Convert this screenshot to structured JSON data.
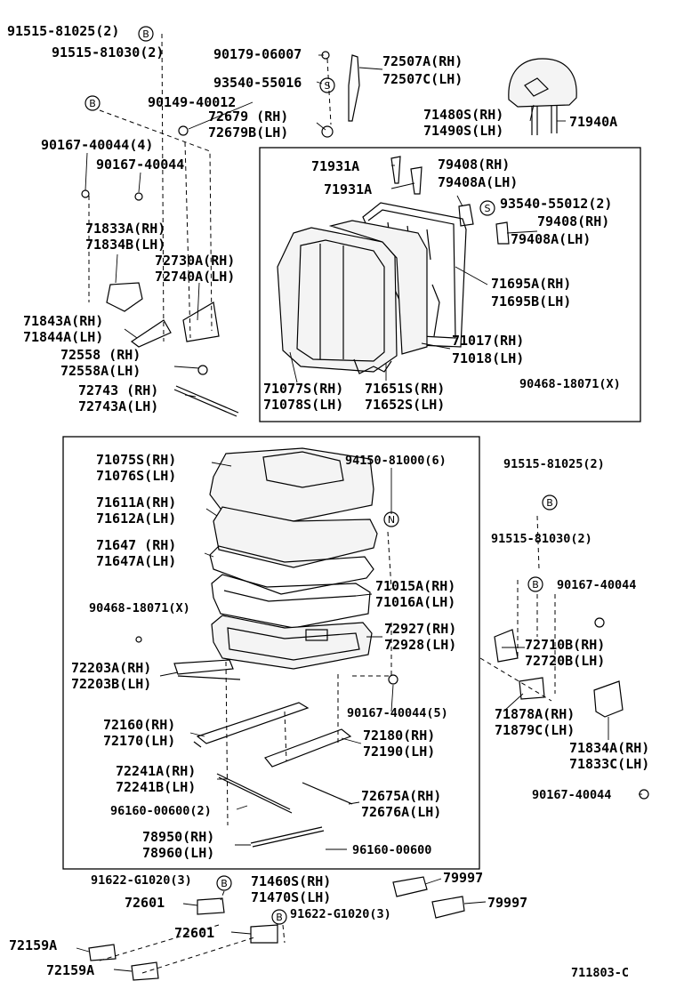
{
  "labels": {
    "l_91515_81025_top": "91515-81025(2)",
    "l_91515_81030_top": "91515-81030(2)",
    "l_90179": "90179-06007",
    "l_72507a": "72507A(RH)",
    "l_72507c": "72507C(LH)",
    "l_93540_55016": "93540-55016",
    "l_90149": "90149-40012",
    "l_72679": "72679 (RH)",
    "l_72679b": "72679B(LH)",
    "l_71480s": "71480S(RH)",
    "l_71490s": "71490S(LH)",
    "l_71940a": "71940A",
    "l_90167_4": "90167-40044(4)",
    "l_90167_a": "90167-40044",
    "l_71931a_1": "71931A",
    "l_71931a_2": "71931A",
    "l_79408_1": "79408(RH)",
    "l_79408a_1": "79408A(LH)",
    "l_93540_55012": "93540-55012(2)",
    "l_79408_2": "79408(RH)",
    "l_79408a_2": "79408A(LH)",
    "l_71833a": "71833A(RH)",
    "l_71834b": "71834B(LH)",
    "l_72730a": "72730A(RH)",
    "l_72740a": "72740A(LH)",
    "l_71695a": "71695A(RH)",
    "l_71695b": "71695B(LH)",
    "l_71843a": "71843A(RH)",
    "l_71844a": "71844A(LH)",
    "l_71017": "71017(RH)",
    "l_71018": "71018(LH)",
    "l_72558": "72558 (RH)",
    "l_72558a": "72558A(LH)",
    "l_72743": "72743 (RH)",
    "l_72743a": "72743A(LH)",
    "l_71077s": "71077S(RH)",
    "l_71078s": "71078S(LH)",
    "l_71651s": "71651S(RH)",
    "l_71652s": "71652S(LH)",
    "l_90468_top": "90468-18071(X)",
    "l_71075s": "71075S(RH)",
    "l_71076s": "71076S(LH)",
    "l_94150": "94150-81000(6)",
    "l_91515_81025_r": "91515-81025(2)",
    "l_71611a": "71611A(RH)",
    "l_71612a": "71612A(LH)",
    "l_71647": "71647 (RH)",
    "l_71647a": "71647A(LH)",
    "l_91515_81030_r": "91515-81030(2)",
    "l_90167_r": "90167-40044",
    "l_71015a": "71015A(RH)",
    "l_71016a": "71016A(LH)",
    "l_90468_mid": "90468-18071(X)",
    "l_72927": "72927(RH)",
    "l_72928": "72928(LH)",
    "l_72710b": "72710B(RH)",
    "l_72720b": "72720B(LH)",
    "l_72203a": "72203A(RH)",
    "l_72203b": "72203B(LH)",
    "l_90167_5": "90167-40044(5)",
    "l_71878a": "71878A(RH)",
    "l_71879c": "71879C(LH)",
    "l_72160": "72160(RH)",
    "l_72170": "72170(LH)",
    "l_72180": "72180(RH)",
    "l_72190": "72190(LH)",
    "l_71834a": "71834A(RH)",
    "l_71833c": "71833C(LH)",
    "l_72241a": "72241A(RH)",
    "l_72241b": "72241B(LH)",
    "l_72675a": "72675A(RH)",
    "l_72676a": "72676A(LH)",
    "l_90167_bot": "90167-40044",
    "l_96160_2": "96160-00600(2)",
    "l_78950": "78950(RH)",
    "l_78960": "78960(LH)",
    "l_96160": "96160-00600",
    "l_91622_1": "91622-G1020(3)",
    "l_71460s": "71460S(RH)",
    "l_71470s": "71470S(LH)",
    "l_79997_1": "79997",
    "l_79997_2": "79997",
    "l_72601_1": "72601",
    "l_91622_2": "91622-G1020(3)",
    "l_72601_2": "72601",
    "l_72159a_1": "72159A",
    "l_72159a_2": "72159A",
    "l_code": "711803-C"
  },
  "callouts": {
    "b": "B",
    "s": "S",
    "n": "N"
  }
}
